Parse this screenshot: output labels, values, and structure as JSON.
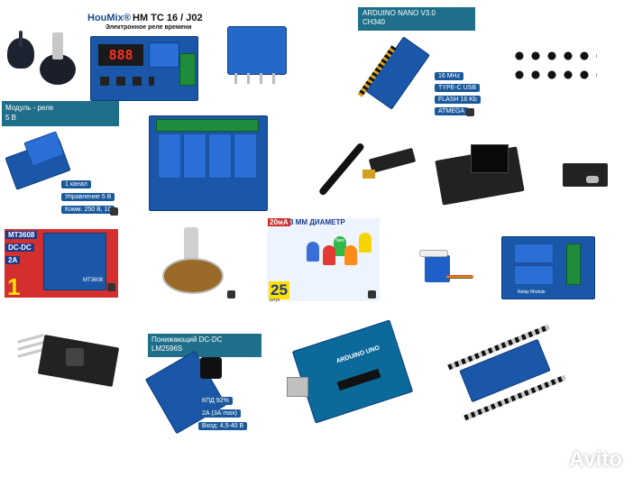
{
  "header": {
    "hm_brand": "HouMix®",
    "hm_model": "HM TC 16 / J02",
    "hm_subtitle": "Электронное реле времени"
  },
  "nano": {
    "title_line1": "ARDUINO NANO V3.0",
    "title_line2": "CH340",
    "spec1": "16 MHz",
    "spec2": "TYPE-C USB",
    "spec3": "FLASH 16 Kb",
    "spec4": "ATMEGA"
  },
  "relay_module": {
    "title_line1": "Модуль - реле",
    "title_line2": "5 В",
    "spec1": "1 канал",
    "spec2": "Управление 5 В",
    "spec3": "Комм. 250 В, 10"
  },
  "mt3608": {
    "title": "MT3608",
    "line2": "DC-DC",
    "line3": "2A",
    "big": "1",
    "chip_label": "MT3608"
  },
  "led_pack": {
    "current": "20мА",
    "diameter": "3 ММ ДИАМЕТР",
    "count": "25",
    "count_unit": "штук",
    "led_label": "5мм"
  },
  "relay4": {
    "module_label": "Relay Module"
  },
  "lm2596": {
    "title_line1": "Понижающий DC-DC",
    "title_line2": "LM2596S",
    "spec1": "КПД 92%",
    "spec2": "2А (3А max)",
    "spec3": "Вход: 4,5-40 В"
  },
  "arduino_uno": {
    "logo": "ARDUINO UNO"
  },
  "watermark": {
    "text": "Avito"
  },
  "colors": {
    "card_teal": "#1f6f8b",
    "pcb_blue": "#1b57a8",
    "relay_blue": "#2a6fd6",
    "mt_red": "#d32f2f"
  }
}
